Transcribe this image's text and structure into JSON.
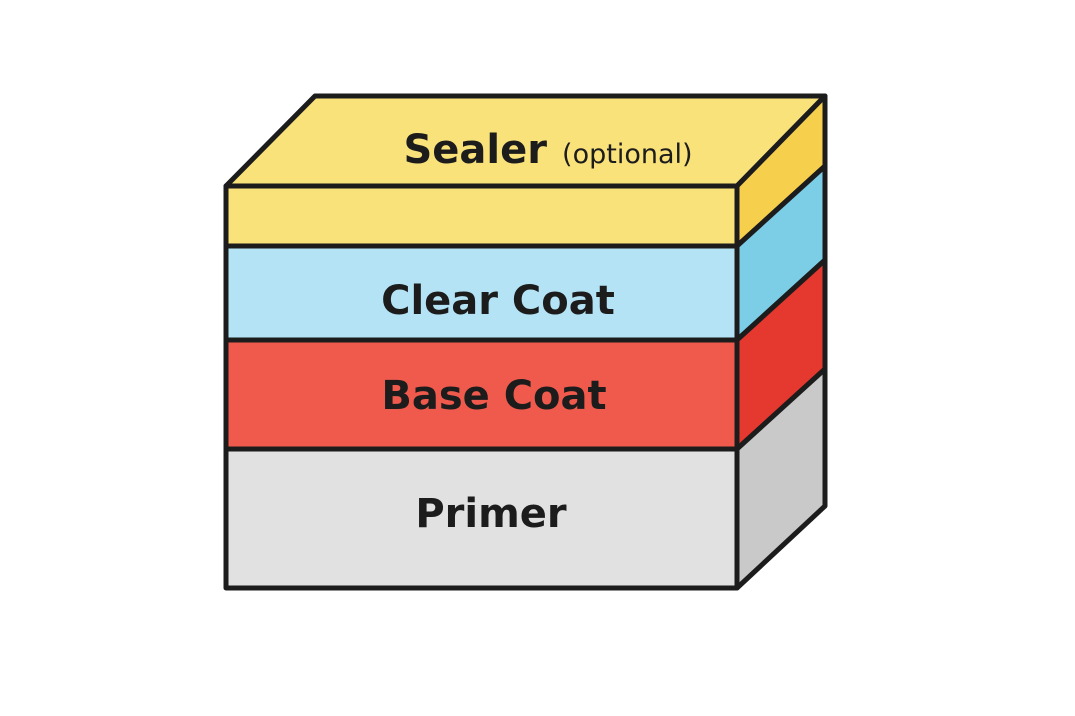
{
  "diagram": {
    "layers": [
      {
        "key": "sealer",
        "label": "Sealer",
        "note": "(optional)",
        "front_color": "#f9e27a",
        "top_color": "#f9e27a",
        "side_color": "#f6d04d"
      },
      {
        "key": "clear_coat",
        "label": "Clear Coat",
        "note": "",
        "front_color": "#b3e3f5",
        "side_color": "#7ccde6"
      },
      {
        "key": "base_coat",
        "label": "Base Coat",
        "note": "",
        "front_color": "#ef5a4c",
        "side_color": "#e5382e"
      },
      {
        "key": "primer",
        "label": "Primer",
        "note": "",
        "front_color": "#e1e1e1",
        "side_color": "#c9c9c9"
      }
    ],
    "outline_color": "#1c1c1c"
  }
}
